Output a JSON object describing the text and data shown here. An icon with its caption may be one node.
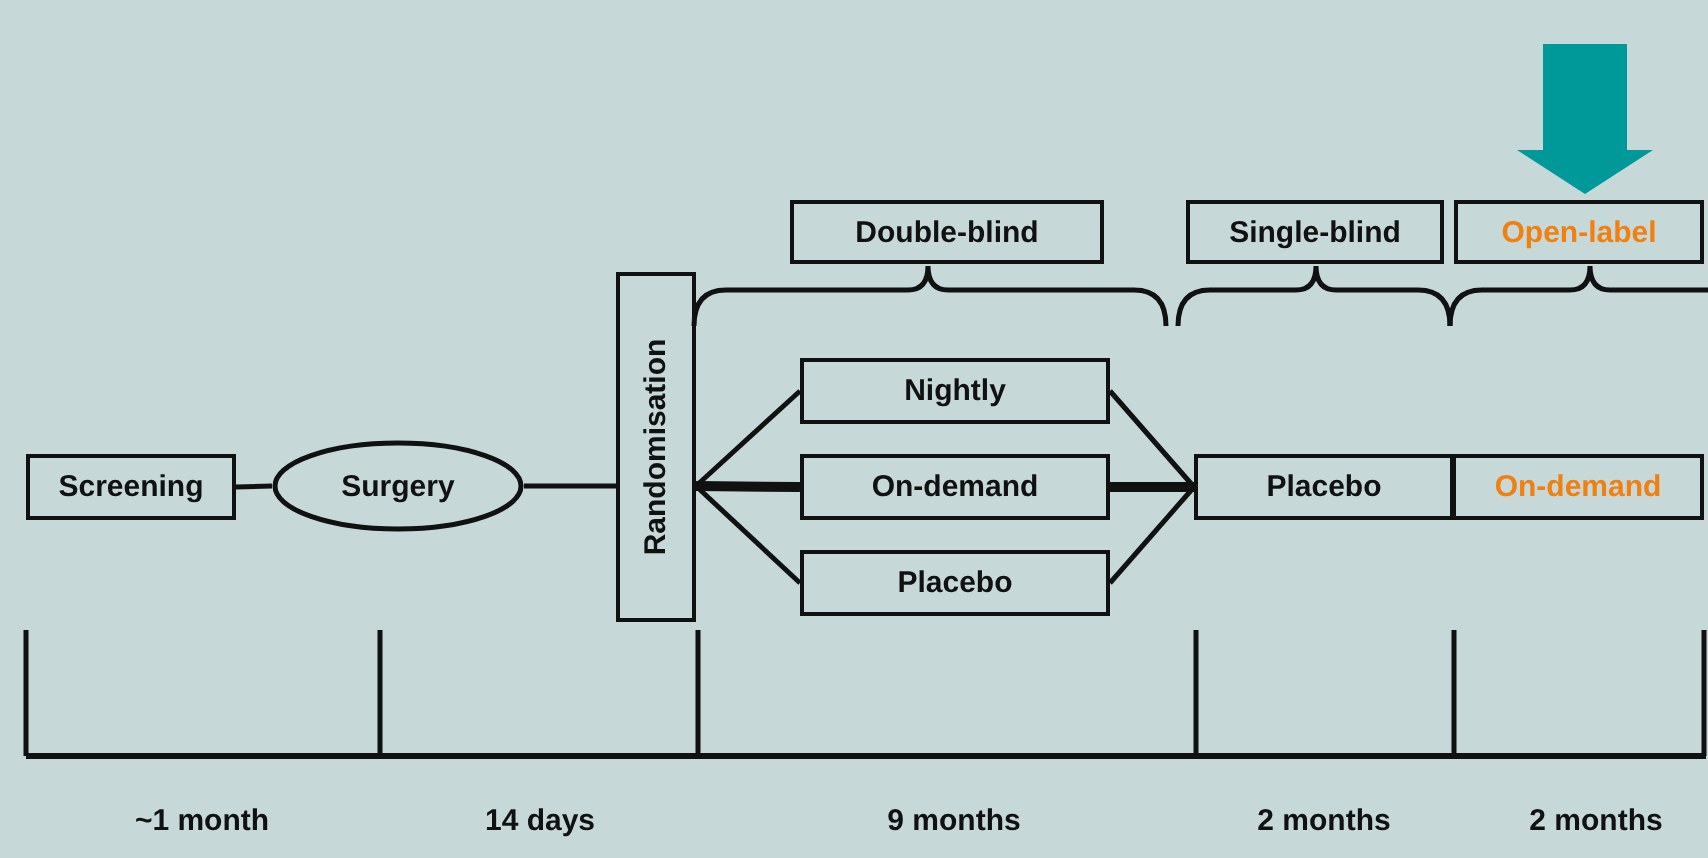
{
  "diagram": {
    "nodes": [
      {
        "text": [
          "Double-blind"
        ]
      },
      {
        "text": [
          "Single-blind"
        ]
      },
      {
        "text": [
          "Open-label"
        ]
      },
      {
        "text": [
          "Screening"
        ]
      },
      {
        "text": [
          "Surgery"
        ]
      },
      {
        "text": [
          "Randomisation"
        ]
      },
      {
        "text": [
          "Nightly"
        ]
      },
      {
        "text": [
          "On-demand"
        ]
      },
      {
        "text": [
          "Placebo"
        ]
      },
      {
        "text": [
          "Placebo"
        ]
      },
      {
        "text": [
          "On-demand"
        ]
      }
    ],
    "edges": [
      {
        "from": null,
        "to": 2,
        "arrow": "to",
        "style": "thick",
        "color": "#009999"
      },
      {
        "from": 3,
        "to": 4,
        "arrow": "none"
      },
      {
        "from": 4,
        "to": 5,
        "arrow": "none"
      },
      {
        "from": 5,
        "to": 6,
        "arrow": "none"
      },
      {
        "from": 5,
        "to": 7,
        "arrow": "none",
        "style": "thick"
      },
      {
        "from": 5,
        "to": 8,
        "arrow": "none"
      },
      {
        "from": 6,
        "to": 9,
        "arrow": "none"
      },
      {
        "from": 7,
        "to": 9,
        "arrow": "none",
        "style": "thick"
      },
      {
        "from": 8,
        "to": 9,
        "arrow": "none"
      }
    ],
    "labels": [
      "~1 month",
      "14 days",
      "9 months",
      "2 months",
      "2 months"
    ]
  }
}
